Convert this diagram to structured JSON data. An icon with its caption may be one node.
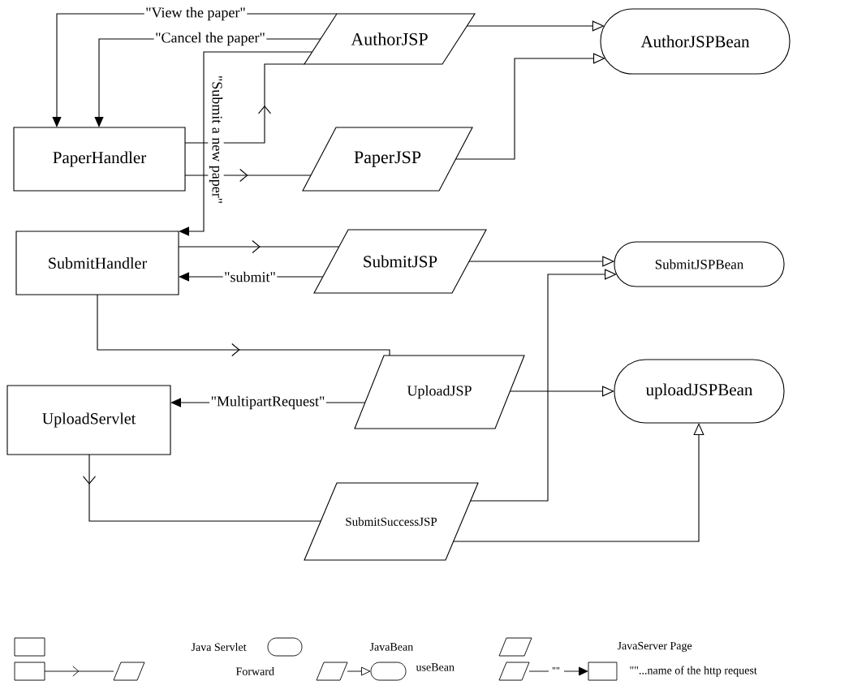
{
  "diagram": {
    "nodes": [
      {
        "text": [
          "PaperHandler"
        ]
      },
      {
        "text": [
          "AuthorJSP"
        ]
      },
      {
        "text": [
          "AuthorJSPBean"
        ]
      },
      {
        "text": [
          "PaperJSP"
        ]
      },
      {
        "text": [
          "SubmitHandler"
        ]
      },
      {
        "text": [
          "SubmitJSP"
        ]
      },
      {
        "text": [
          "SubmitJSPBean"
        ]
      },
      {
        "text": [
          "UploadJSP"
        ]
      },
      {
        "text": [
          "uploadJSPBean"
        ]
      },
      {
        "text": [
          "UploadServlet"
        ]
      },
      {
        "text": [
          "SubmitSuccessJSP"
        ]
      }
    ],
    "edges": [
      {
        "from": 1,
        "to": 0,
        "arrow": "to",
        "label": "\"View the paper\""
      },
      {
        "from": 1,
        "to": 0,
        "arrow": "to",
        "label": "\"Cancel the paper\""
      },
      {
        "from": 1,
        "to": 4,
        "arrow": "to",
        "label": "\"Submit a new paper\""
      },
      {
        "from": 0,
        "to": 1,
        "arrow": "to"
      },
      {
        "from": 0,
        "to": 3,
        "arrow": "to"
      },
      {
        "from": 1,
        "to": 2,
        "arrow": "to"
      },
      {
        "from": 3,
        "to": 2,
        "arrow": "to"
      },
      {
        "from": 4,
        "to": 5,
        "arrow": "to"
      },
      {
        "from": 5,
        "to": 4,
        "arrow": "to",
        "label": "\"submit\""
      },
      {
        "from": 5,
        "to": 6,
        "arrow": "to"
      },
      {
        "from": 4,
        "to": 7,
        "arrow": "to"
      },
      {
        "from": 7,
        "to": 9,
        "arrow": "to",
        "label": "\"MultipartRequest\""
      },
      {
        "from": 7,
        "to": 8,
        "arrow": "to"
      },
      {
        "from": 9,
        "to": 10,
        "arrow": "to"
      },
      {
        "from": 10,
        "to": 6,
        "arrow": "to"
      },
      {
        "from": 10,
        "to": 8,
        "arrow": "to"
      }
    ],
    "labels": [
      "\"\""
    ],
    "legend": [
      {
        "text": "Java Servlet"
      },
      {
        "text": "JavaBean"
      },
      {
        "text": "JavaServer Page"
      },
      {
        "text": "Forward"
      },
      {
        "text": "useBean"
      },
      {
        "text": "\"\"...name of the http request"
      }
    ]
  }
}
